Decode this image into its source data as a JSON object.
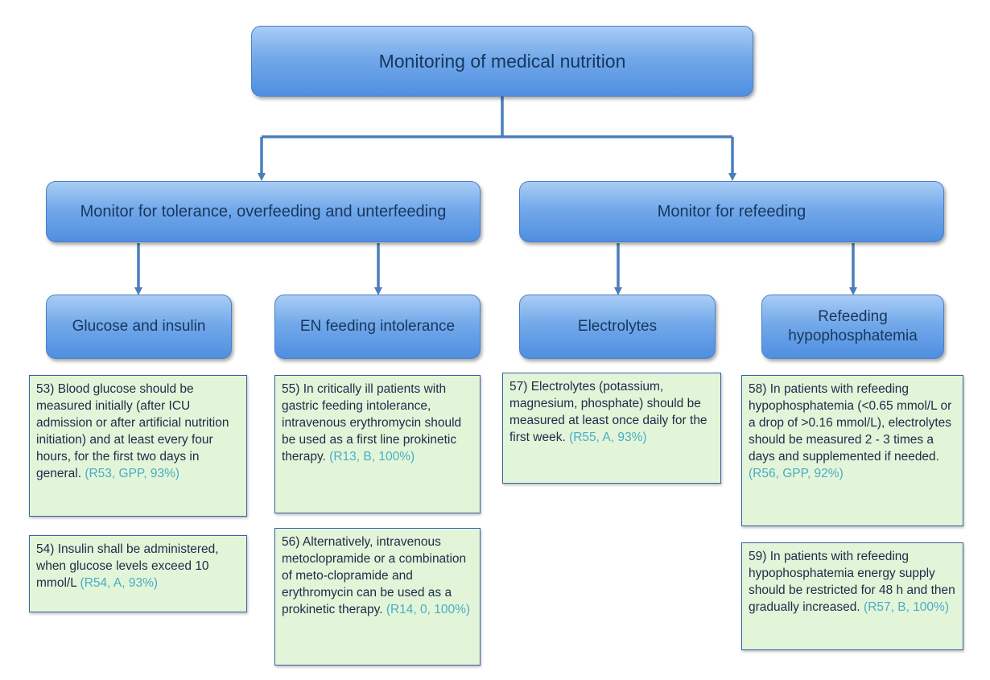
{
  "root": {
    "title": "Monitoring of medical nutrition"
  },
  "branches": [
    {
      "title": "Monitor for tolerance, overfeeding and unterfeeding"
    },
    {
      "title": "Monitor for refeeding"
    }
  ],
  "topics": [
    {
      "title": "Glucose and insulin"
    },
    {
      "title": "EN feeding intolerance"
    },
    {
      "title": "Electrolytes"
    },
    {
      "title_line1": "Refeeding",
      "title_line2": "hypophosphatemia"
    }
  ],
  "recommendations": [
    {
      "text": "53)  Blood glucose should be measured initially (after ICU admission or after artificial nutrition initiation) and at least every four hours, for the first two days in general. ",
      "ref": "(R53, GPP, 93%)"
    },
    {
      "text": "54)  Insulin shall be administered, when glucose levels exceed 10 mmol/L ",
      "ref": "(R54, A, 93%)"
    },
    {
      "text": "55) In critically ill patients with gastric feeding intolerance, intravenous erythromycin should be used as a first line prokinetic therapy. ",
      "ref": "(R13, B, 100%)"
    },
    {
      "text": "56) Alternatively, intravenous metoclopramide or a combination of meto-clopramide and erythromycin can be used as a prokinetic therapy. ",
      "ref": "(R14, 0, 100%)"
    },
    {
      "text": "57) Electrolytes (potassium, magnesium, phosphate) should be measured at least once daily for the first week. ",
      "ref": "(R55, A, 93%)"
    },
    {
      "text": "58) In patients with refeeding hypophosphatemia (<0.65 mmol/L or a drop of >0.16 mmol/L), electrolytes should be measured 2 - 3 times a days and supplemented if needed. ",
      "ref": "(R56, GPP, 92%)"
    },
    {
      "text": "59) In patients with refeeding hypophosphatemia energy supply should be restricted for 48 h and then gradually increased. ",
      "ref": "(R57, B, 100%)"
    }
  ],
  "colors": {
    "connector": "#4a7ebb",
    "header_text": "#17375e",
    "card_bg": "#e2f5d8",
    "card_border": "#3a5fa8",
    "reference_text": "#4bacc6"
  }
}
